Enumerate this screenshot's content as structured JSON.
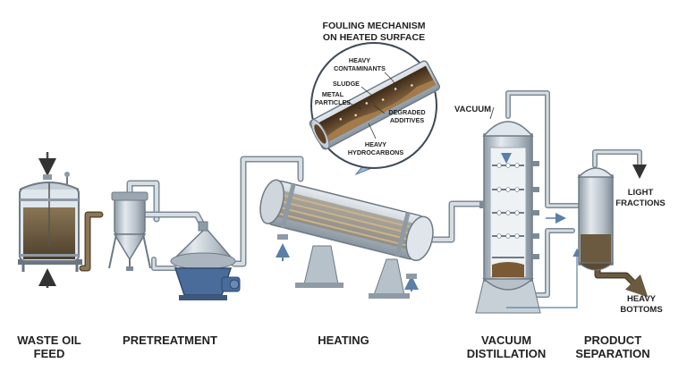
{
  "inset": {
    "title_line1": "FOULING MECHANISM",
    "title_line2": "ON HEATED SURFACE",
    "callouts": {
      "heavy_contaminants_1": "HEAVY",
      "heavy_contaminants_2": "CONTAMINANTS",
      "sludge": "SLUDGE",
      "metal_particles_1": "METAL",
      "metal_particles_2": "PARTICLES",
      "degraded_additives_1": "DEGRADED",
      "degraded_additives_2": "ADDITIVES",
      "heavy_hydrocarbons_1": "HEAVY",
      "heavy_hydrocarbons_2": "HYDROCARBONS"
    }
  },
  "labels": {
    "vacuum": "VACUUM",
    "light_fractions_1": "LIGHT",
    "light_fractions_2": "FRACTIONS",
    "heavy_bottoms_1": "HEAVY",
    "heavy_bottoms_2": "BOTTOMS"
  },
  "stages": {
    "waste_oil_feed_1": "WASTE OIL",
    "waste_oil_feed_2": "FEED",
    "pretreatment": "PRETREATMENT",
    "heating": "HEATING",
    "vacuum_distillation_1": "VACUUM",
    "vacuum_distillation_2": "DISTILLATION",
    "product_separation_1": "PRODUCT",
    "product_separation_2": "SEPARATION"
  },
  "colors": {
    "steel": "#b9c3cc",
    "steel_dark": "#7d8a96",
    "pipe": "#c8d0d7",
    "oil_brown": "#6b5a40",
    "sludge": "#7a5a35",
    "pump_blue": "#4a6c9a",
    "arrow_blue": "#5a7fa8"
  }
}
